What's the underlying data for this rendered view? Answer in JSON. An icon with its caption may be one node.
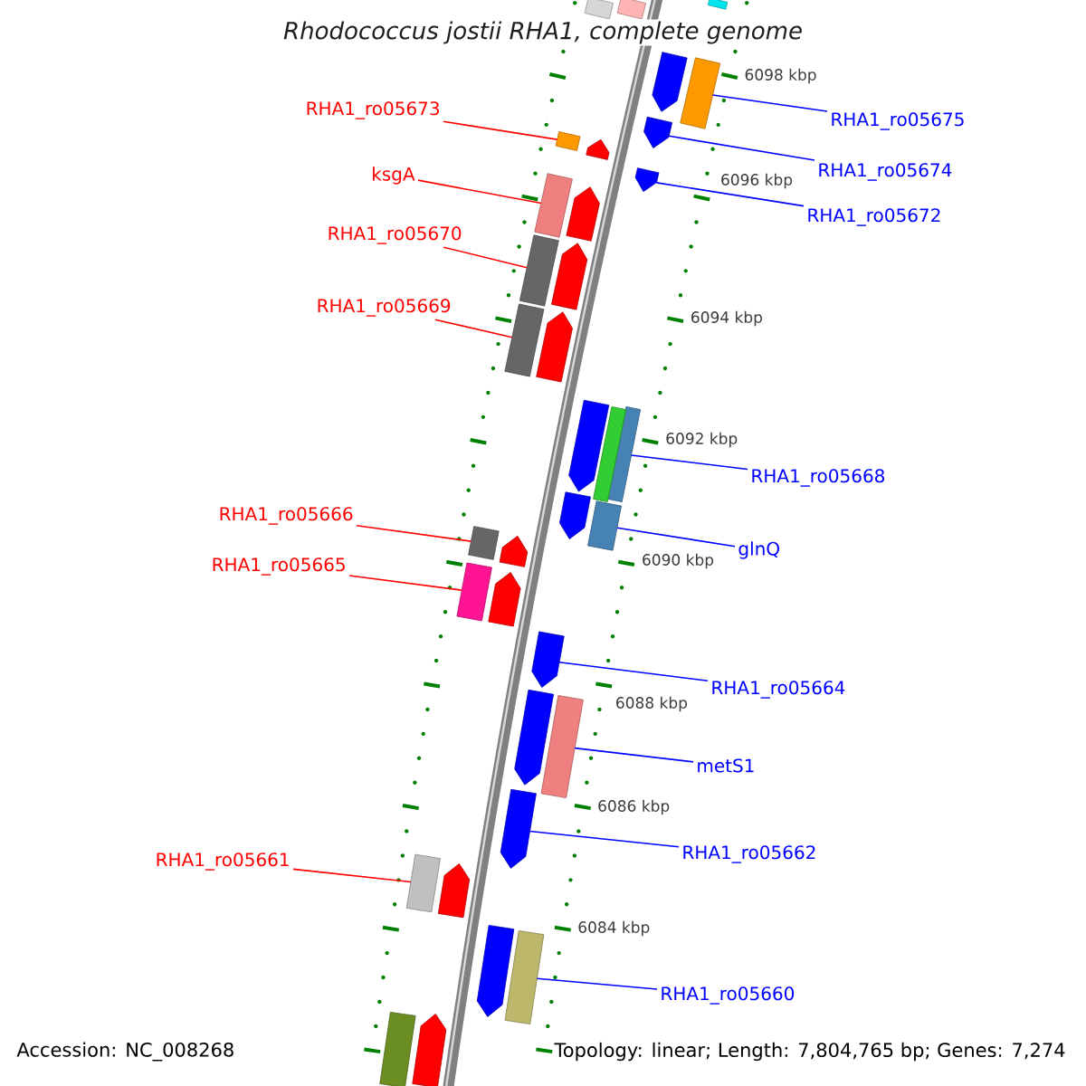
{
  "diagram": {
    "title": "Rhodococcus jostii RHA1, complete genome",
    "nodes": [
      {
        "text": [
          "RHA1_ro05673"
        ]
      },
      {
        "text": [
          "RHA1_ro05675"
        ]
      },
      {
        "text": [
          "RHA1_ro05674"
        ]
      },
      {
        "text": [
          "ksgA"
        ]
      },
      {
        "text": [
          "RHA1_ro05672"
        ]
      },
      {
        "text": [
          "RHA1_ro05670"
        ]
      },
      {
        "text": [
          "RHA1_ro05669"
        ]
      },
      {
        "text": [
          "RHA1_ro05668"
        ]
      },
      {
        "text": [
          "RHA1_ro05666"
        ]
      },
      {
        "text": [
          "glnQ"
        ]
      },
      {
        "text": [
          "RHA1_ro05665"
        ]
      },
      {
        "text": [
          "RHA1_ro05664"
        ]
      },
      {
        "text": [
          "metS1"
        ]
      },
      {
        "text": [
          "RHA1_ro05662"
        ]
      },
      {
        "text": [
          "RHA1_ro05661"
        ]
      },
      {
        "text": [
          "RHA1_ro05660"
        ]
      },
      {
        "text": [],
        "shape": "box"
      },
      {
        "text": [],
        "shape": "box"
      },
      {
        "text": [],
        "shape": "arrow"
      },
      {
        "text": [],
        "shape": "box"
      },
      {
        "text": [],
        "shape": "arrow"
      },
      {
        "text": [],
        "shape": "box"
      },
      {
        "text": [],
        "shape": "box"
      },
      {
        "text": [],
        "shape": "box"
      },
      {
        "text": [],
        "shape": "box"
      },
      {
        "text": [],
        "shape": "box"
      },
      {
        "text": [],
        "shape": "box"
      },
      {
        "text": [],
        "shape": "arrow"
      },
      {
        "text": [],
        "shape": "box"
      },
      {
        "text": [],
        "shape": "arrow"
      },
      {
        "text": [],
        "shape": "box"
      },
      {
        "text": [],
        "shape": "box"
      },
      {
        "text": [],
        "shape": "box"
      },
      {
        "text": [],
        "shape": "box"
      },
      {
        "text": [],
        "shape": "box"
      },
      {
        "text": [],
        "shape": "arrow"
      },
      {
        "text": [],
        "shape": "arrow"
      },
      {
        "text": [],
        "shape": "arrow"
      },
      {
        "text": [],
        "shape": "arrow"
      },
      {
        "text": [],
        "shape": "arrow"
      },
      {
        "text": [],
        "shape": "arrow"
      },
      {
        "text": [],
        "shape": "arrow"
      },
      {
        "text": [],
        "shape": "arrow"
      },
      {
        "text": [],
        "shape": "box"
      },
      {
        "text": [],
        "shape": "arrow"
      },
      {
        "text": [],
        "shape": "arrow"
      },
      {
        "text": [],
        "shape": "arrow"
      },
      {
        "text": [],
        "shape": "arrow"
      },
      {
        "text": [],
        "shape": "arrow"
      },
      {
        "text": [],
        "shape": "box"
      }
    ],
    "edges": [
      {
        "from": 0,
        "to": 16,
        "arrow": "none",
        "color": "#ff0000"
      },
      {
        "from": 1,
        "to": 17,
        "arrow": "none",
        "color": "#0000ff"
      },
      {
        "from": 2,
        "to": 18,
        "arrow": "none",
        "color": "#0000ff"
      },
      {
        "from": 3,
        "to": 19,
        "arrow": "none",
        "color": "#ff0000"
      },
      {
        "from": 4,
        "to": 20,
        "arrow": "none",
        "color": "#0000ff"
      },
      {
        "from": 5,
        "to": 21,
        "arrow": "none",
        "color": "#ff0000"
      },
      {
        "from": 6,
        "to": 22,
        "arrow": "none",
        "color": "#ff0000"
      },
      {
        "from": 7,
        "to": 23,
        "arrow": "none",
        "color": "#0000ff"
      },
      {
        "from": 8,
        "to": 24,
        "arrow": "none",
        "color": "#ff0000"
      },
      {
        "from": 9,
        "to": 25,
        "arrow": "none",
        "color": "#0000ff"
      },
      {
        "from": 10,
        "to": 26,
        "arrow": "none",
        "color": "#ff0000"
      },
      {
        "from": 11,
        "to": 27,
        "arrow": "none",
        "color": "#0000ff"
      },
      {
        "from": 12,
        "to": 28,
        "arrow": "none",
        "color": "#0000ff"
      },
      {
        "from": 13,
        "to": 29,
        "arrow": "none",
        "color": "#0000ff"
      },
      {
        "from": 14,
        "to": 30,
        "arrow": "none",
        "color": "#ff0000"
      },
      {
        "from": 15,
        "to": 31,
        "arrow": "none",
        "color": "#0000ff"
      }
    ],
    "labels": [
      "6098 kbp",
      "6096 kbp",
      "6094 kbp",
      "6092 kbp",
      "6090 kbp",
      "6088 kbp",
      "6086 kbp",
      "6084 kbp",
      "Accession: NC_008268",
      "Topology: linear; Length: 7,804,765 bp; Genes: 7,274"
    ]
  }
}
